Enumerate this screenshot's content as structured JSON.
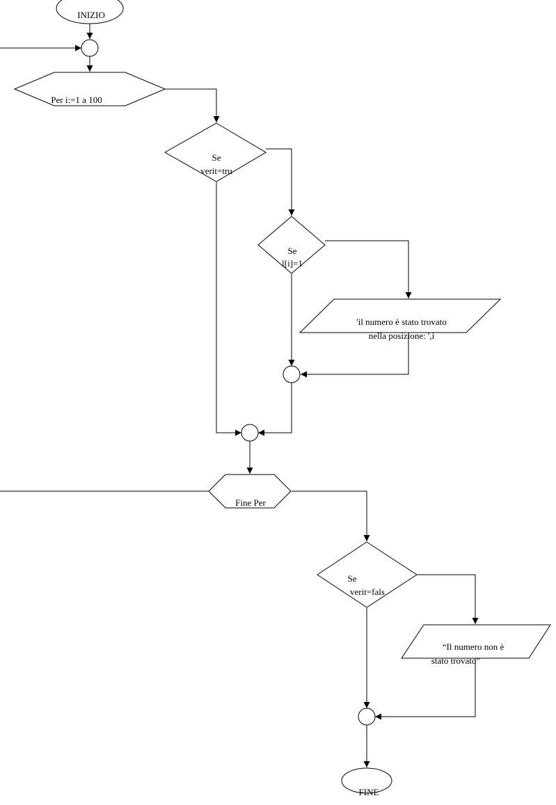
{
  "colors": {
    "stroke": "#000000",
    "background": "#ffffff"
  },
  "nodes": {
    "start": {
      "label": "INIZIO"
    },
    "for_loop": {
      "label": "Per i:=1 a 100"
    },
    "if_verit_true": {
      "line1": "Se",
      "line2": "verit=tru"
    },
    "if_array_match": {
      "line1": "Se",
      "line2": "l[i]=1"
    },
    "output_found": {
      "line1": "'il numero è stato trovato",
      "line2": "nella posizione: ',i"
    },
    "end_for": {
      "label": "Fine Per"
    },
    "if_verit_false": {
      "line1": "Se",
      "line2": "verit=fals"
    },
    "output_not_found": {
      "line1": "“Il numero non è",
      "line2": "stato trovato”"
    },
    "end": {
      "label": "FINE"
    }
  }
}
